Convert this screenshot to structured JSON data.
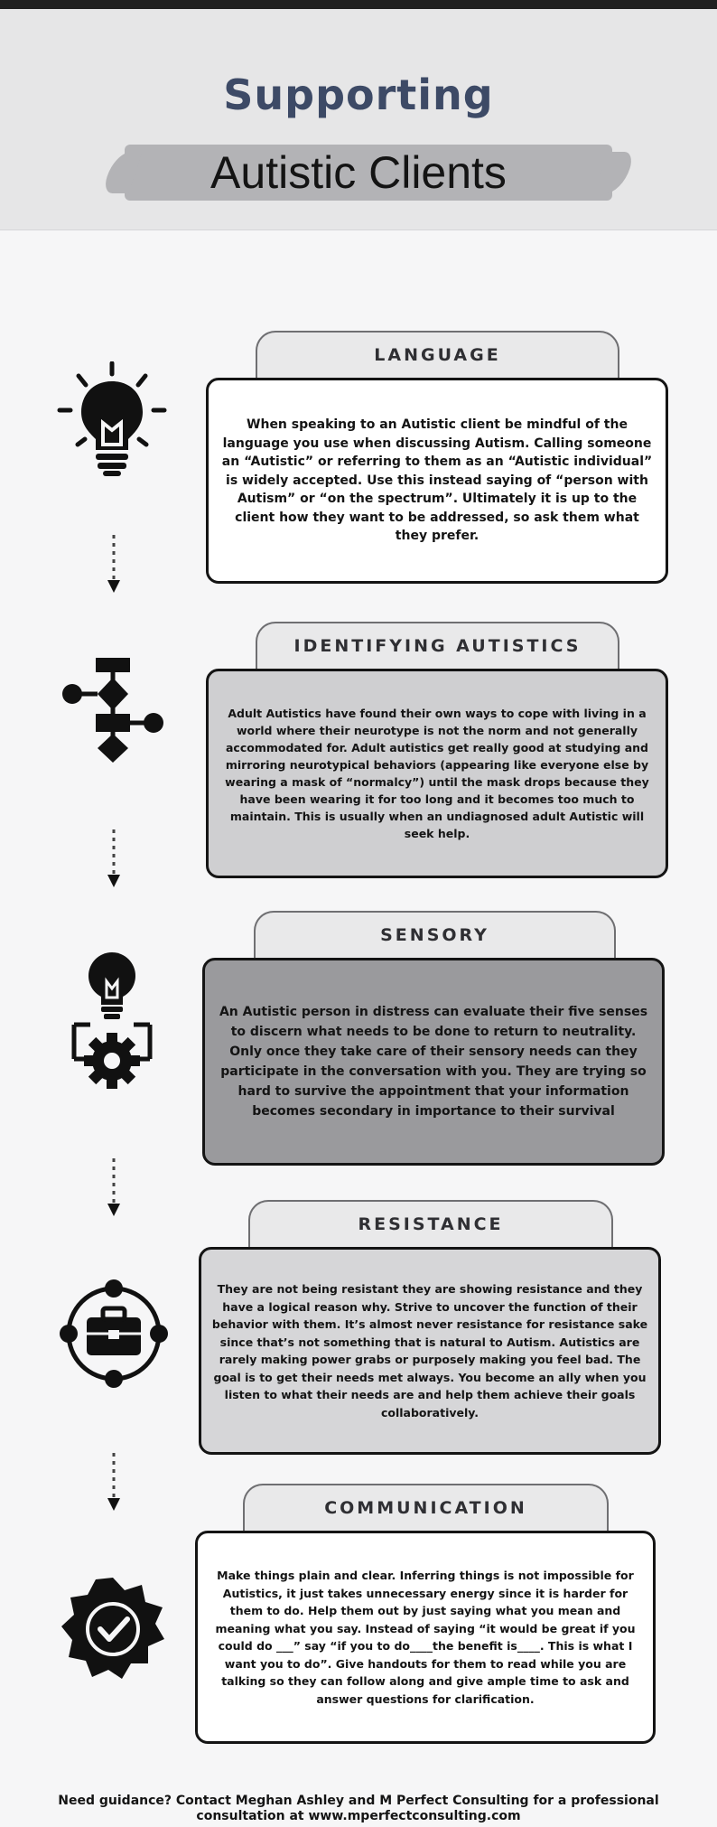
{
  "header": {
    "title_line1": "Supporting",
    "title_line2": "Autistic Clients"
  },
  "sections": [
    {
      "title": "LANGUAGE",
      "icon": "lightbulb-icon",
      "body": "When speaking to an Autistic client be mindful of the language you use when discussing Autism. Calling someone an “Autistic” or referring to them as an “Autistic individual” is widely accepted. Use this instead saying of “person with Autism” or “on the spectrum”. Ultimately it is up to the client how they want to be addressed, so ask them what they prefer."
    },
    {
      "title": "IDENTIFYING AUTISTICS",
      "icon": "flowchart-icon",
      "body": "Adult Autistics have found their own ways to cope with living in a world where their neurotype is not the norm and not generally accommodated for. Adult autistics get really good at studying and mirroring neurotypical behaviors (appearing like everyone else by wearing a mask of “normalcy”) until the mask drops because they have been wearing it for too long and it becomes too much to maintain. This is usually when an undiagnosed adult Autistic will seek help."
    },
    {
      "title": "SENSORY",
      "icon": "bulb-gear-icon",
      "body": "An Autistic person in distress can evaluate their five senses to discern what needs to be done to return to neutrality. Only once they take care of their sensory needs can they participate in the conversation with you. They are trying so hard to survive the appointment that your information becomes secondary in importance to their survival"
    },
    {
      "title": "RESISTANCE",
      "icon": "briefcase-cycle-icon",
      "body": "They are not being resistant they are showing resistance and they have a logical reason why. Strive to uncover the function of their behavior with them. It’s almost never resistance for resistance sake since that’s not something that is natural to Autism. Autistics are rarely making power grabs or purposely making you feel bad. The goal is to get their needs met always. You become an ally when you listen to what their needs are and help them achieve their goals collaboratively."
    },
    {
      "title": "COMMUNICATION",
      "icon": "check-badge-icon",
      "body": "Make things plain and clear. Inferring things is not impossible for Autistics, it just takes unnecessary energy since it is harder for them to do. Help them out by just saying what you mean and meaning what you say. Instead of saying “it would be great if you could do ___” say “if you to do____the benefit is____. This is what I want you to do”. Give handouts for them to read while you are talking so they can follow along and give ample time to ask and answer questions for clarification."
    }
  ],
  "footer": {
    "text": "Need guidance? Contact Meghan Ashley and M Perfect Consulting for a professional consultation at www.mperfectconsulting.com"
  },
  "colors": {
    "title_blue": "#3d4a66",
    "box_white": "#ffffff",
    "box_light_gray": "#cfcfd1",
    "box_mid_gray": "#9a9a9d",
    "box_gray": "#d6d6d8"
  }
}
